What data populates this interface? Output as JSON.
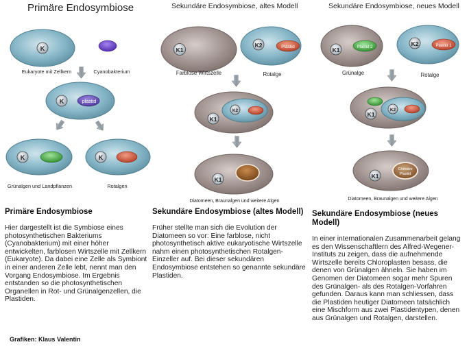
{
  "titles": {
    "primary": "Primäre Endosymbiose",
    "secondary_old": "Sekundäre Endosymbiose, altes Modell",
    "secondary_new": "Sekundäre Endosymbiose, neues Modell"
  },
  "labels": {
    "k": "K",
    "k1": "K1",
    "k2": "K2",
    "plastid": "plastid",
    "plastid_cap": "Plastid",
    "plastid1": "Plastid 1",
    "plastid2": "Plastid 2",
    "chimaere_1": "Chimäre",
    "chimaere_2": "Plastid",
    "eukaryote": "Eukaryote mit Zellkern",
    "cyanobakterium": "Cyanobakterium",
    "gruenalgen_land": "Grünalgen und Landpflanzen",
    "rotalgen_p": "Rotalgen",
    "farblose": "Farblose Wirtszelle",
    "rotalge_old": "Rotalge",
    "gruenalge": "Grünalge",
    "rotalge_new": "Rotalge",
    "diatomeen_old": "Diatomeen, Braunalgen und weitere Algen",
    "diatomeen_new": "Diatomeen, Braunalgen und weitere Algen"
  },
  "columns": {
    "primary": {
      "heading": "Primäre Endosymbiose",
      "body": "Hier dargestellt ist die Symbiose eines photosynthetischen Bakteriums (Cyanobakterium) mit einer höher entwickelten, farblosen Wirtszelle mit Zellkern (Eukaryote). Da dabei eine Zelle als Symbiont in einer anderen Zelle lebt, nennt man den Vorgang Endosymbiose. Im Ergebnis entstanden so die photosynthetischen Organellen in Rot- und Grünalgenzellen, die Plastiden."
    },
    "secondary_old": {
      "heading": "Sekundäre Endosymbiose (altes Modell)",
      "body": "Früher stellte man sich die Evolution der Diatomeen so vor: Eine farblose, nicht photosynthetisch aktive eukaryotische Wirtszelle nahm einen photosynthetischen Rotalgen-Einzeller auf. Bei dieser sekundären Endosymbiose entstehen so genannte sekundäre Plastiden."
    },
    "secondary_new": {
      "heading": "Sekundäre Endosymbiose (neues Modell)",
      "body": "In einer internationalen Zusammenarbeit gelang es den Wissenschaftlern des Alfred-Wegener-Instituts zu zeigen, dass die aufnehmende Wirtszelle bereits Chloroplasten besass, die denen von Grünalgen ähneln. Sie haben im Genomen der Diatomeen sogar mehr Spuren des Grünalgen- als des Rotalgen-Vorfahren gefunden. Daraus kann man schliessen, dass die Plastiden heutiger Diatomeen tatsächlich eine Mischform aus zwei Plastidentypen, denen aus Grünalgen und Rotalgen, darstellen."
    }
  },
  "credit": "Grafiken: Klaus Valentin",
  "colors": {
    "cell_teal": "#7fb2c4",
    "cell_brown": "#9a8d88",
    "cyano": "#6a3fc8",
    "green": "#3fa63a",
    "red": "#c8462e",
    "plastid_purple": "#6a50b8",
    "brown_plastid": "#8a5426",
    "arrow": "#9aa2a8"
  }
}
